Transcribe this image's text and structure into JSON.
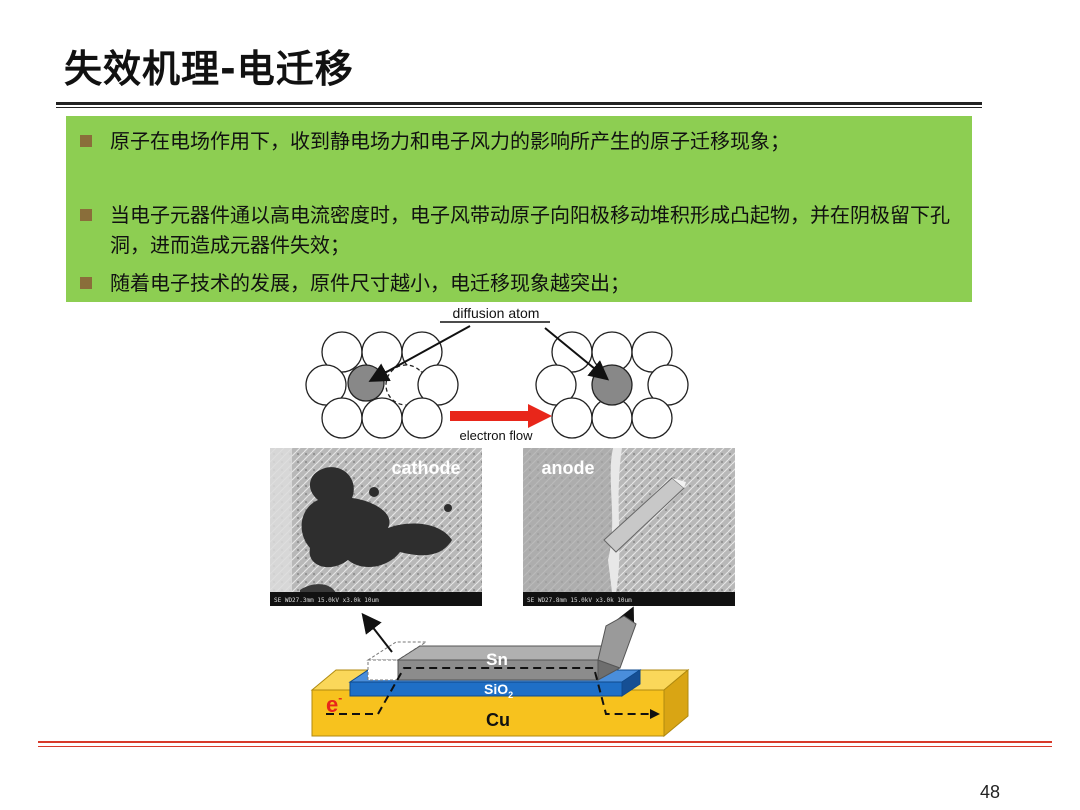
{
  "slide": {
    "title": "失效机理-电迁移",
    "bullets": [
      "原子在电场作用下，收到静电场力和电子风力的影响所产生的原子迁移现象；",
      "当电子元器件通以高电流密度时，电子风带动原子向阳极移动堆积形成凸起物，并在阴极留下孔洞，进而造成元器件失效；",
      "随着电子技术的发展，原件尺寸越小，电迁移现象越突出；"
    ],
    "page_number": "48"
  },
  "figure": {
    "diffusion_label": "diffusion atom",
    "electron_flow_label": "electron flow",
    "cathode_label": "cathode",
    "anode_label": "anode",
    "sem_caption_left": "SE      WD27.3mm 15.0kV x3.0k  10um",
    "sem_caption_right": "SE      WD27.8mm 15.0kV x3.0k  10um",
    "layer_sn": "Sn",
    "layer_sio2": "SiO",
    "layer_sio2_sub": "2",
    "layer_cu": "Cu",
    "electron_symbol": "e",
    "electron_sup": "-",
    "colors": {
      "green_box": "#8dce52",
      "bullet_square": "#8a6e3a",
      "flow_arrow": "#e8261a",
      "cu_layer": "#f7c21e",
      "sio2_layer": "#1f6fc6",
      "sn_layer": "#8c8c8c",
      "rule_red": "#d83a2a"
    }
  }
}
